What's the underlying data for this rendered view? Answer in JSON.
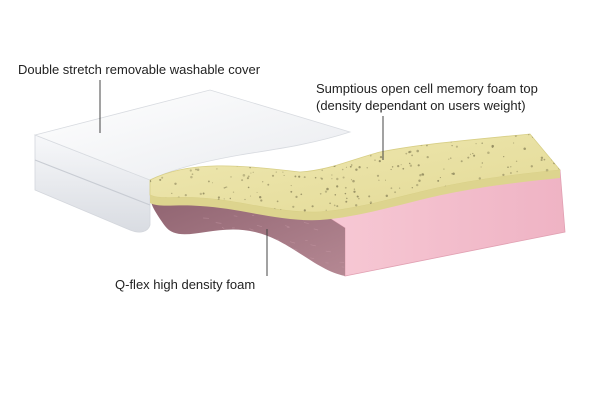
{
  "diagram": {
    "labels": {
      "cover": "Double stretch removable washable cover",
      "memory_foam_line1": "Sumptious open cell memory foam top",
      "memory_foam_line2": "(density dependant on users weight)",
      "qflex": "Q-flex high density foam"
    },
    "colors": {
      "cover_top": "#f4f5f7",
      "cover_side": "#e6e8ec",
      "memory_foam": "#e9e2a4",
      "memory_foam_dots": "#8a835a",
      "qflex_front": "#f2bccb",
      "qflex_cut": "#a77782",
      "leader_line": "#444444"
    }
  }
}
